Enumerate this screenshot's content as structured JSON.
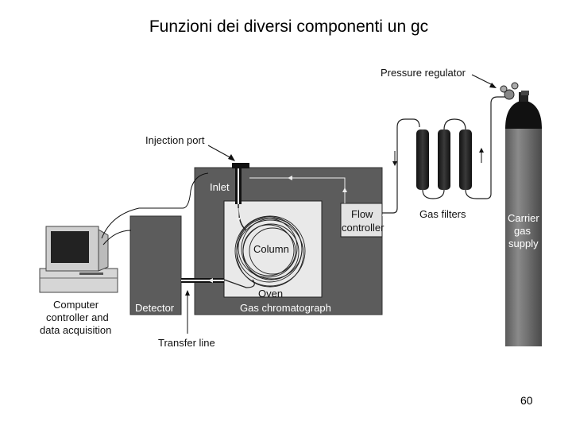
{
  "slide": {
    "title": "Funzioni dei diversi componenti un gc",
    "page_number": "60"
  },
  "labels": {
    "pressure_regulator": "Pressure regulator",
    "injection_port": "Injection port",
    "inlet": "Inlet",
    "flow_controller_1": "Flow",
    "flow_controller_2": "controller",
    "column": "Column",
    "oven": "Oven",
    "gas_chromatograph": "Gas chromatograph",
    "detector": "Detector",
    "transfer_line": "Transfer line",
    "gas_filters": "Gas filters",
    "carrier_1": "Carrier",
    "carrier_2": "gas",
    "carrier_3": "supply",
    "computer_1": "Computer",
    "computer_2": "controller and",
    "computer_3": "data acquisition"
  }
}
